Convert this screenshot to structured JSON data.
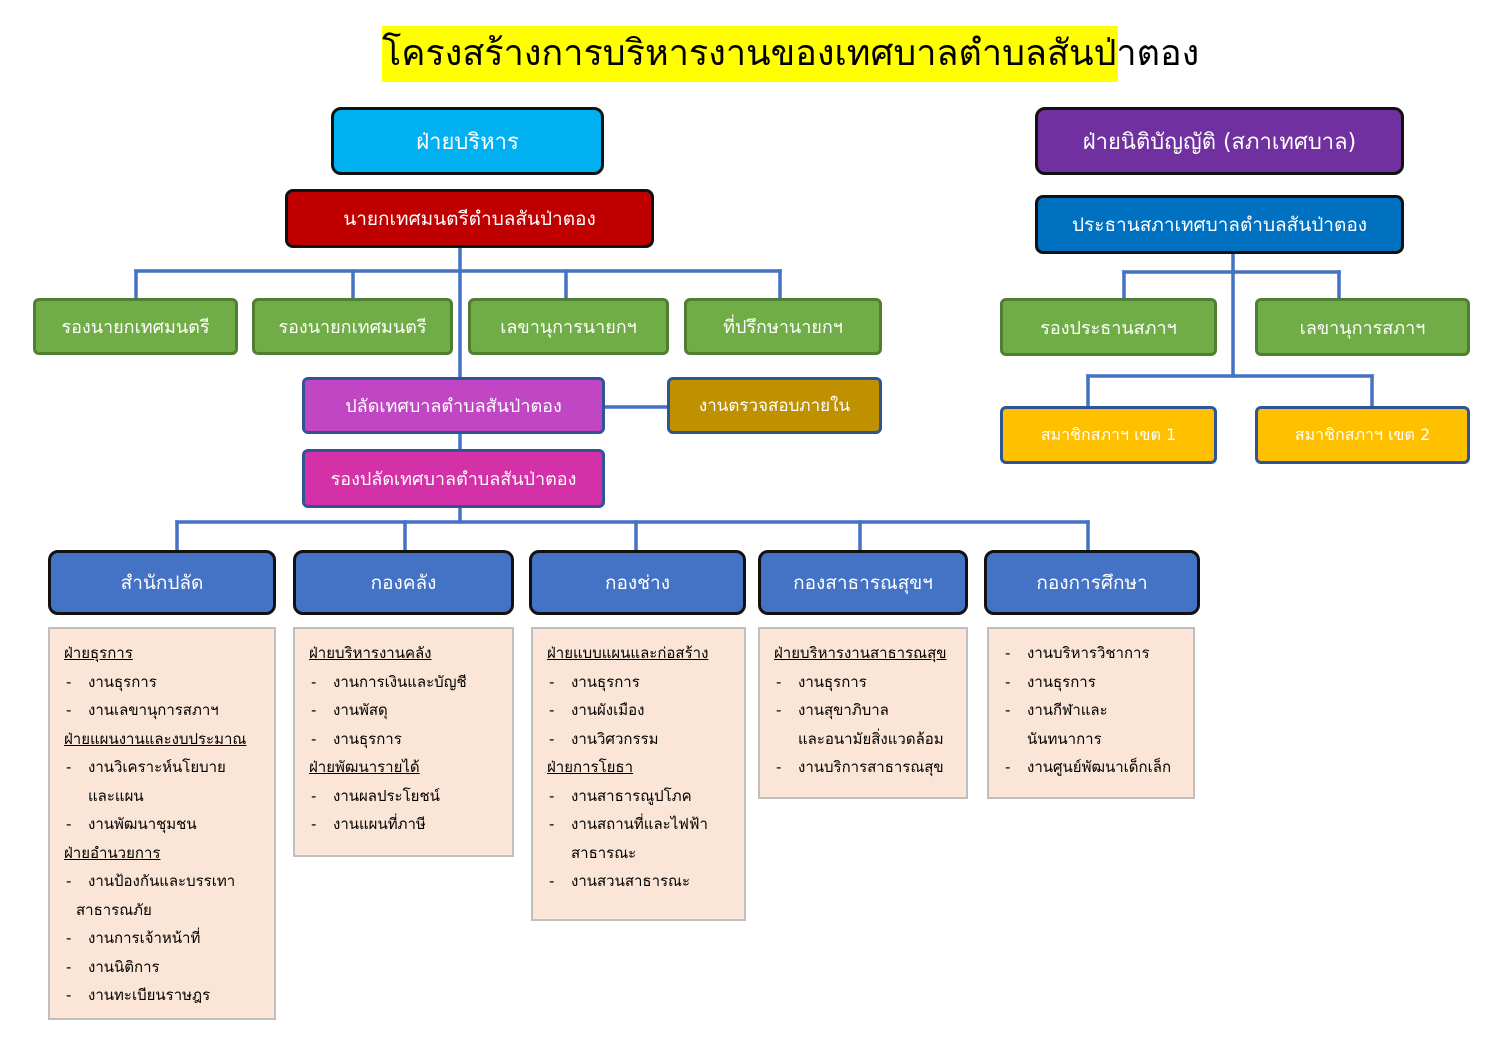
{
  "title": "โครงสร้างการบริหารงานของเทศบาลตำบลสันป่าตอง",
  "executive": {
    "header": "ฝ่ายบริหาร",
    "mayor": "นายกเทศมนตรีตำบลสันป่าตอง",
    "deputy_mayor_1": "รองนายกเทศมนตรี",
    "deputy_mayor_2": "รองนายกเทศมนตรี",
    "mayor_secretary": "เลขานุการนายกฯ",
    "mayor_advisor": "ที่ปรึกษานายกฯ",
    "clerk": "ปลัดเทศบาลตำบลสันป่าตอง",
    "internal_audit": "งานตรวจสอบภายใน",
    "deputy_clerk": "รองปลัดเทศบาลตำบลสันป่าตอง"
  },
  "legislative": {
    "header": "ฝ่ายนิติบัญญัติ  (สภาเทศบาล)",
    "chairman": "ประธานสภาเทศบาลตำบลสันป่าตอง",
    "vice_chairman": "รองประธานสภาฯ",
    "council_secretary": "เลขานุการสภาฯ",
    "member_zone_1": "สมาชิกสภาฯ  เขต  1",
    "member_zone_2": "สมาชิกสภาฯ  เขต  2"
  },
  "divisions": [
    {
      "name": "สำนักปลัด",
      "lines": [
        {
          "kind": "sec",
          "text": "ฝ่ายธุรการ"
        },
        {
          "kind": "item",
          "text": "งานธุรการ"
        },
        {
          "kind": "item",
          "text": "งานเลขานุการสภาฯ"
        },
        {
          "kind": "sec",
          "text": "ฝ่ายแผนงานและงบประมาณ"
        },
        {
          "kind": "item",
          "text": "งานวิเคราะห์นโยบาย"
        },
        {
          "kind": "cont",
          "text": "และแผน"
        },
        {
          "kind": "item",
          "text": "งานพัฒนาชุมชน"
        },
        {
          "kind": "sec",
          "text": "ฝ่ายอำนวยการ"
        },
        {
          "kind": "item",
          "text": "งานป้องกันและบรรเทา"
        },
        {
          "kind": "cont",
          "text": "สาธารณภัย"
        },
        {
          "kind": "item",
          "text": "งานการเจ้าหน้าที่"
        },
        {
          "kind": "item",
          "text": "งานนิติการ"
        },
        {
          "kind": "item",
          "text": "งานทะเบียนราษฎร"
        }
      ]
    },
    {
      "name": "กองคลัง",
      "lines": [
        {
          "kind": "sec",
          "text": "ฝ่ายบริหารงานคลัง"
        },
        {
          "kind": "item",
          "text": "งานการเงินและบัญชี"
        },
        {
          "kind": "item",
          "text": "งานพัสดุ"
        },
        {
          "kind": "item",
          "text": "งานธุรการ"
        },
        {
          "kind": "sec",
          "text": "ฝ่ายพัฒนารายได้"
        },
        {
          "kind": "item",
          "text": "งานผลประโยชน์"
        },
        {
          "kind": "item",
          "text": "งานแผนที่ภาษี"
        }
      ]
    },
    {
      "name": "กองช่าง",
      "lines": [
        {
          "kind": "sec",
          "text": "ฝ่ายแบบแผนและก่อสร้าง"
        },
        {
          "kind": "item",
          "text": "งานธุรการ"
        },
        {
          "kind": "item",
          "text": "งานผังเมือง"
        },
        {
          "kind": "item",
          "text": "งานวิศวกรรม"
        },
        {
          "kind": "sec",
          "text": "ฝ่ายการโยธา"
        },
        {
          "kind": "item",
          "text": "งานสาธารณูปโภค"
        },
        {
          "kind": "item",
          "text": "งานสถานที่และไฟฟ้า"
        },
        {
          "kind": "cont",
          "text": "สาธารณะ"
        },
        {
          "kind": "item",
          "text": "งานสวนสาธารณะ"
        }
      ]
    },
    {
      "name": "กองสาธารณสุขฯ",
      "lines": [
        {
          "kind": "sec",
          "text": "ฝ่ายบริหารงานสาธารณสุข"
        },
        {
          "kind": "item",
          "text": "งานธุรการ"
        },
        {
          "kind": "item",
          "text": "งานสุขาภิบาล"
        },
        {
          "kind": "cont",
          "text": "และอนามัยสิ่งแวดล้อม"
        },
        {
          "kind": "item",
          "text": "งานบริการสาธารณสุข"
        }
      ]
    },
    {
      "name": "กองการศึกษา",
      "lines": [
        {
          "kind": "item",
          "text": "งานบริหารวิชาการ"
        },
        {
          "kind": "item",
          "text": "งานธุรการ"
        },
        {
          "kind": "item",
          "text": "งานกีฬาและ"
        },
        {
          "kind": "cont",
          "text": "นันทนาการ"
        },
        {
          "kind": "item",
          "text": "งานศูนย์พัฒนาเด็กเล็ก"
        }
      ]
    }
  ],
  "colors": {
    "executive_header": "#00b0f0",
    "mayor": "#c00000",
    "legislative_header": "#7030a0",
    "chairman": "#0070c0",
    "deputy_boxes": "#70ad47",
    "member_boxes": "#ffc000",
    "clerk": "#c046c3",
    "internal_audit": "#bf9000",
    "deputy_clerk": "#d430a8",
    "division_boxes": "#4472c4",
    "panel_background": "#fbe5d6",
    "connector_lines": "#4472c4"
  }
}
